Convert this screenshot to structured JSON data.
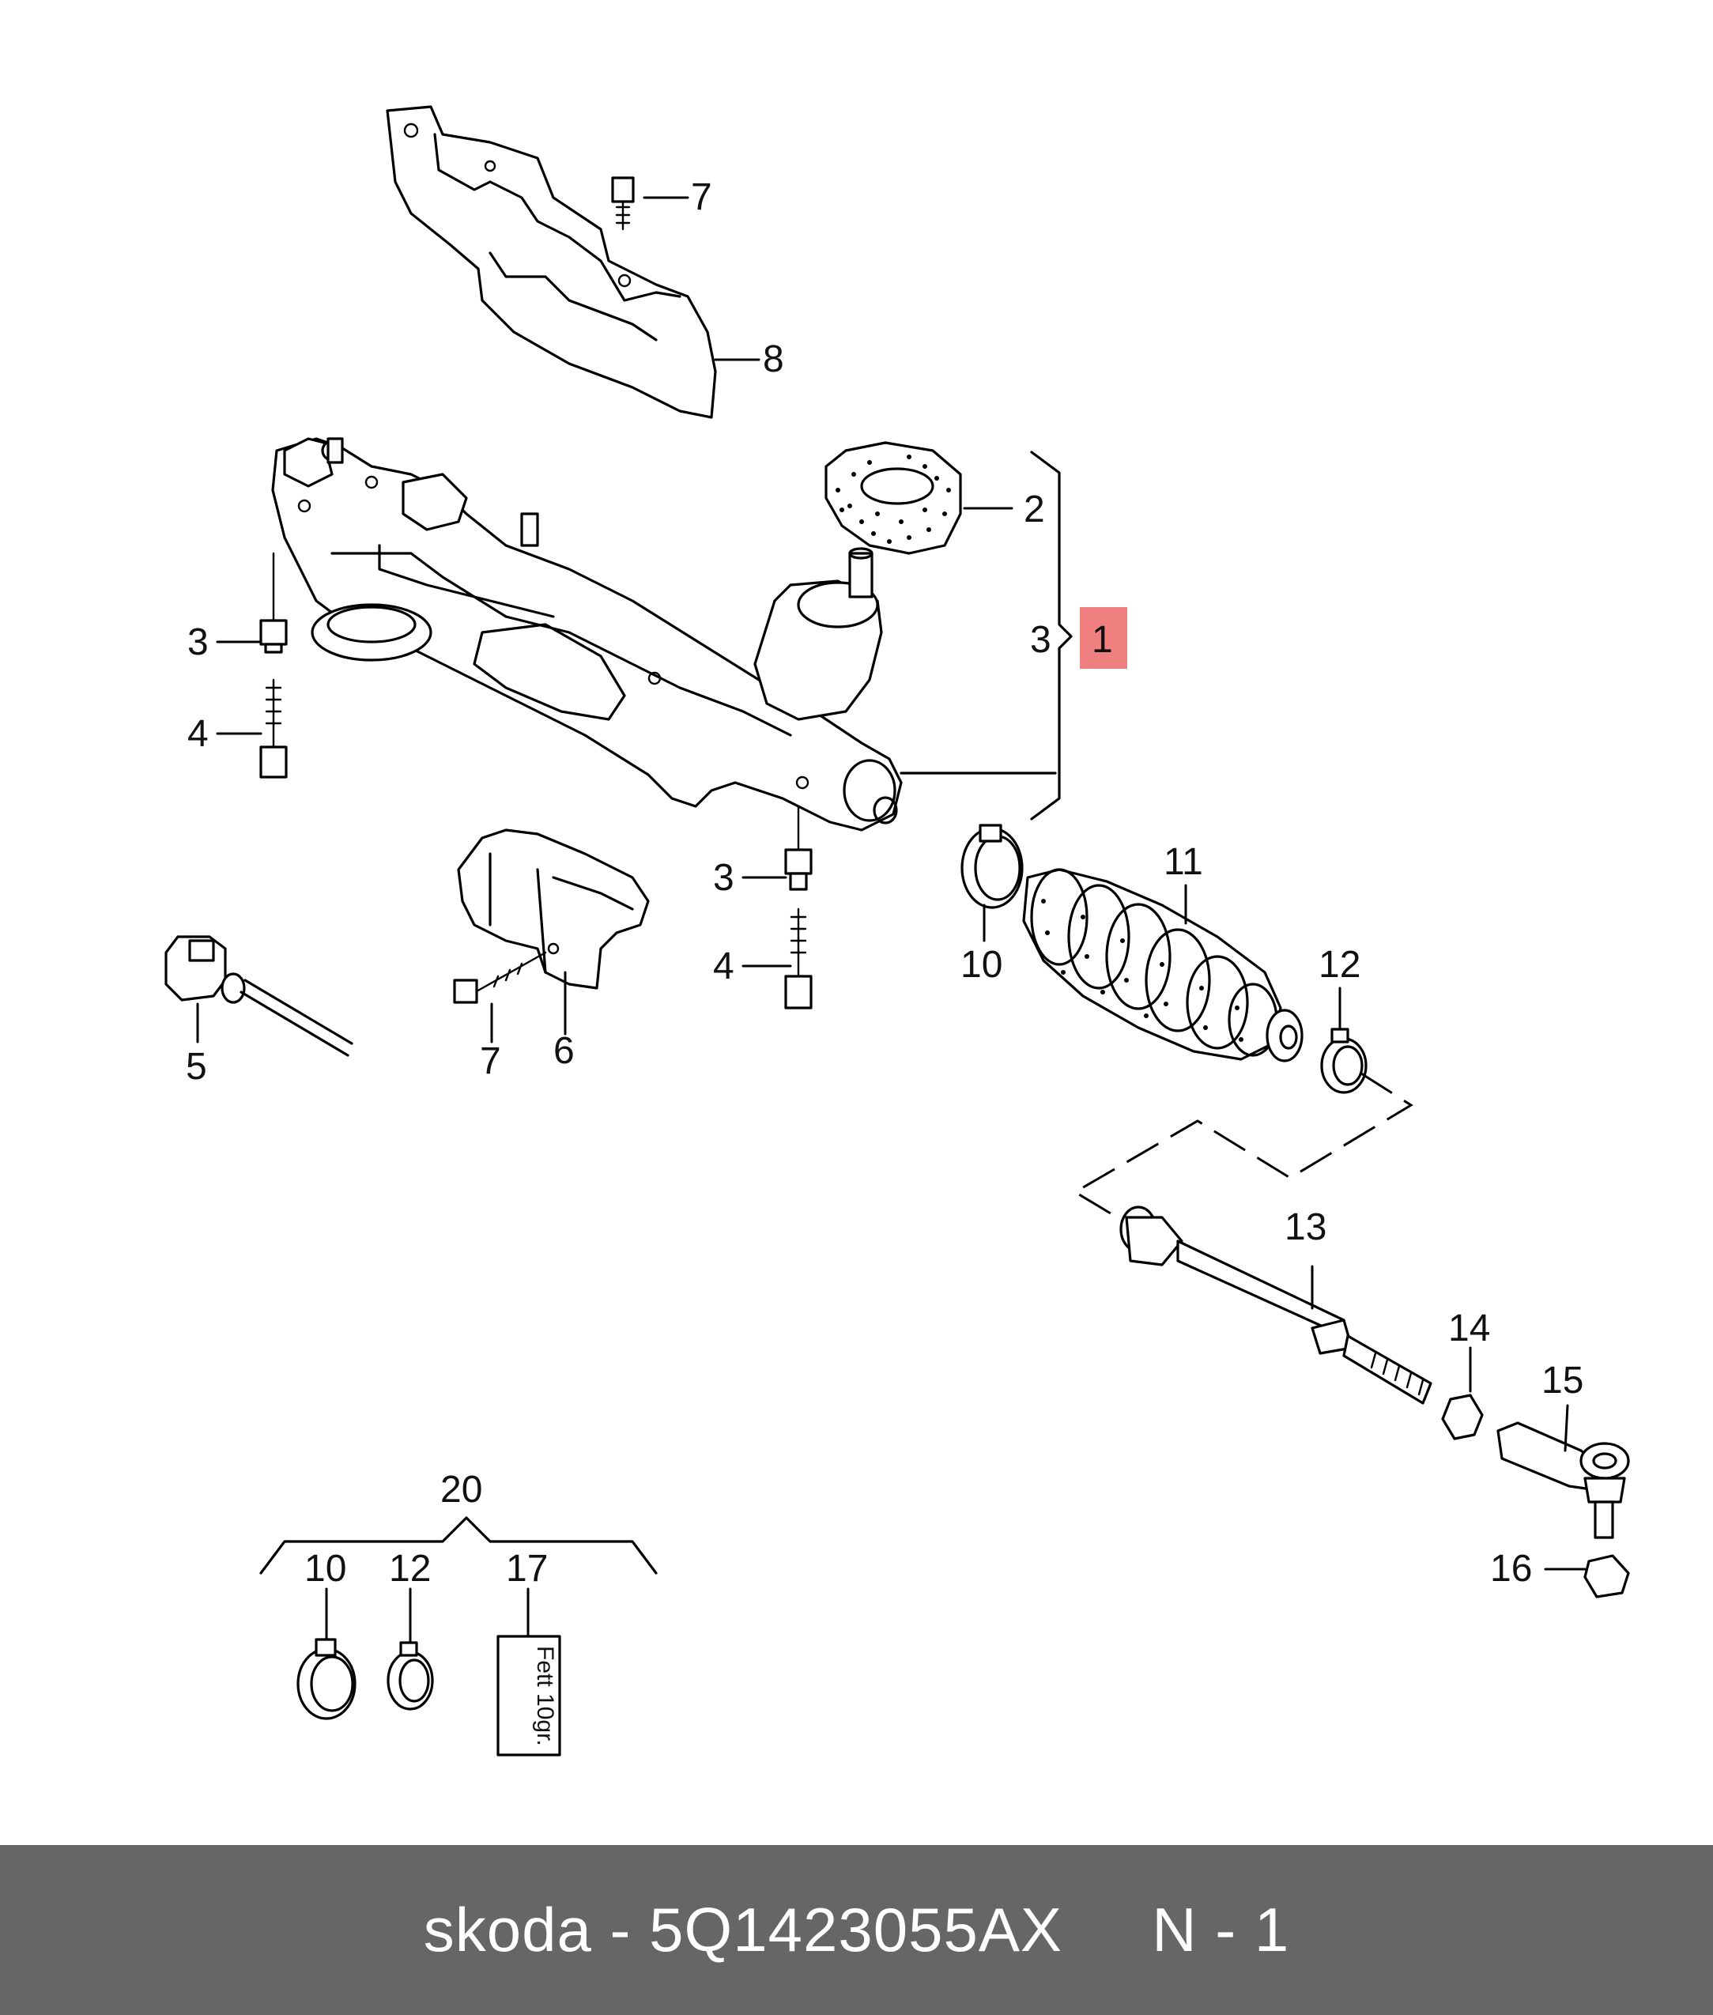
{
  "callouts": {
    "c1": "1",
    "c2": "2",
    "c3a": "3",
    "c3b": "3",
    "c3c": "3",
    "c4a": "4",
    "c4b": "4",
    "c5": "5",
    "c6": "6",
    "c7a": "7",
    "c7b": "7",
    "c8": "8",
    "c10a": "10",
    "c10b": "10",
    "c11": "11",
    "c12a": "12",
    "c12b": "12",
    "c13": "13",
    "c14": "14",
    "c15": "15",
    "c16": "16",
    "c17": "17",
    "c20": "20"
  },
  "grease_label": "Fett 10gr.",
  "highlight_color": "#f08080",
  "footer": {
    "text": "skoda - 5Q1423055AX     N - 1",
    "background": "#666666"
  }
}
